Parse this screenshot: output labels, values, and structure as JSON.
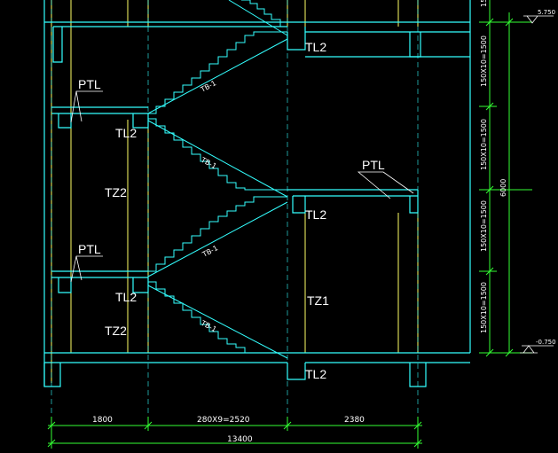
{
  "labels": {
    "tl2": "TL2",
    "ptl": "PTL",
    "tz1": "TZ1",
    "tz2": "TZ2",
    "tb1": "TB-1"
  },
  "dims": {
    "bottom": [
      "1800",
      "280X9=2520",
      "2380"
    ],
    "total": "13400",
    "right_segments": [
      "150X10=1500",
      "150X10=1500",
      "150X10=1500",
      "150X10=1500"
    ],
    "right_total": "6000",
    "elev_top": "5.750",
    "elev_bottom": "-0.750"
  },
  "colors": {
    "cyan": "#33ffff",
    "yellow": "#ffff66",
    "green": "#33ff33",
    "white": "#ffffff",
    "background": "#000000"
  }
}
